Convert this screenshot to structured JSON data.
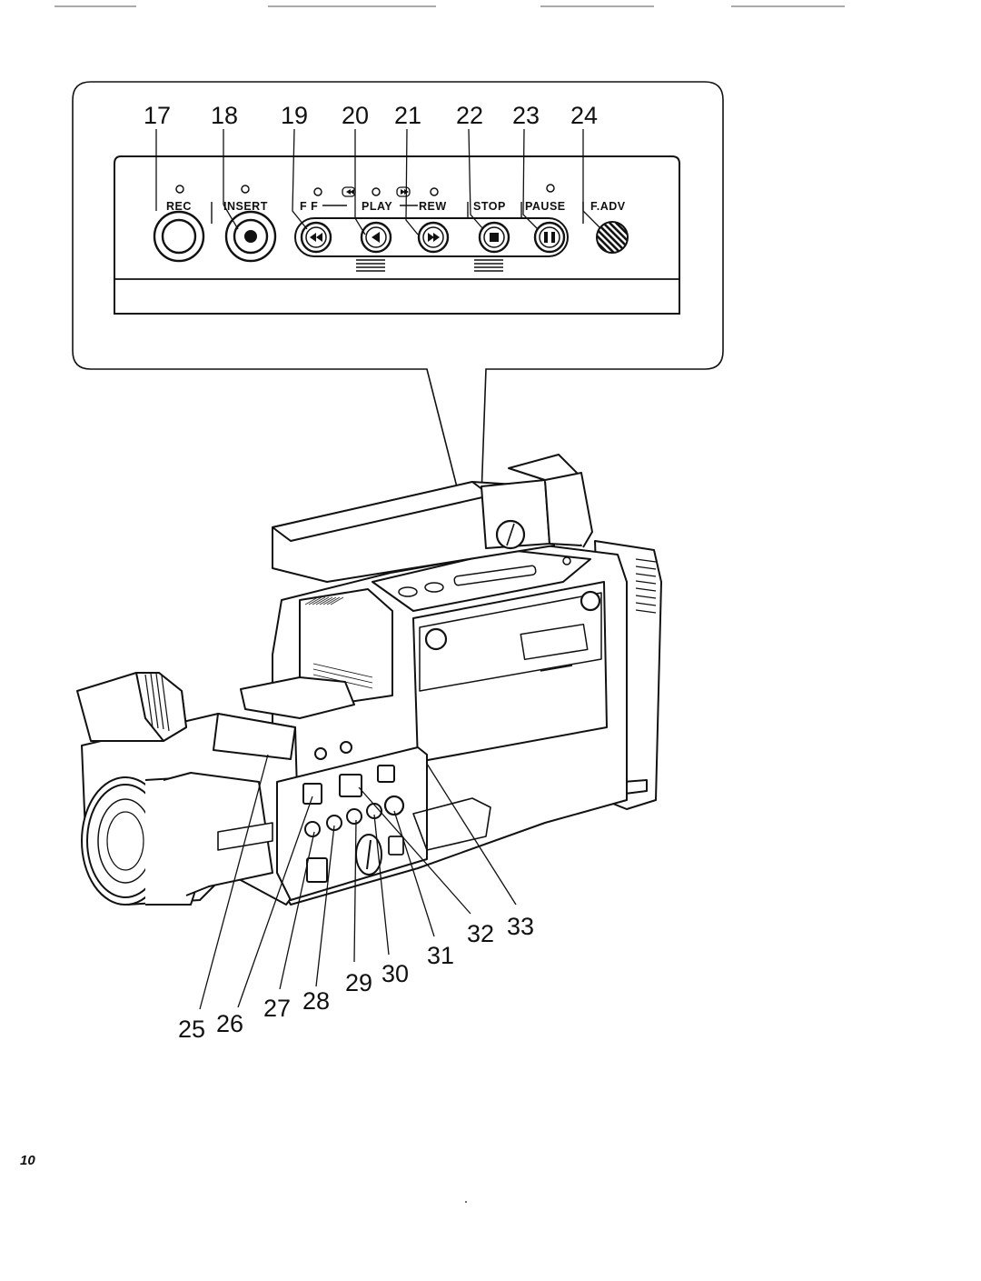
{
  "callouts_top": [
    "17",
    "18",
    "19",
    "20",
    "21",
    "22",
    "23",
    "24"
  ],
  "callouts_bottom": [
    "25",
    "26",
    "27",
    "28",
    "29",
    "30",
    "31",
    "32",
    "33"
  ],
  "panel_labels": {
    "rec": "REC",
    "insert": "INSERT",
    "ff": "F F",
    "play": "PLAY",
    "rew": "REW",
    "stop": "STOP",
    "pause": "PAUSE",
    "fadv": "F.ADV"
  },
  "page_number": "10"
}
